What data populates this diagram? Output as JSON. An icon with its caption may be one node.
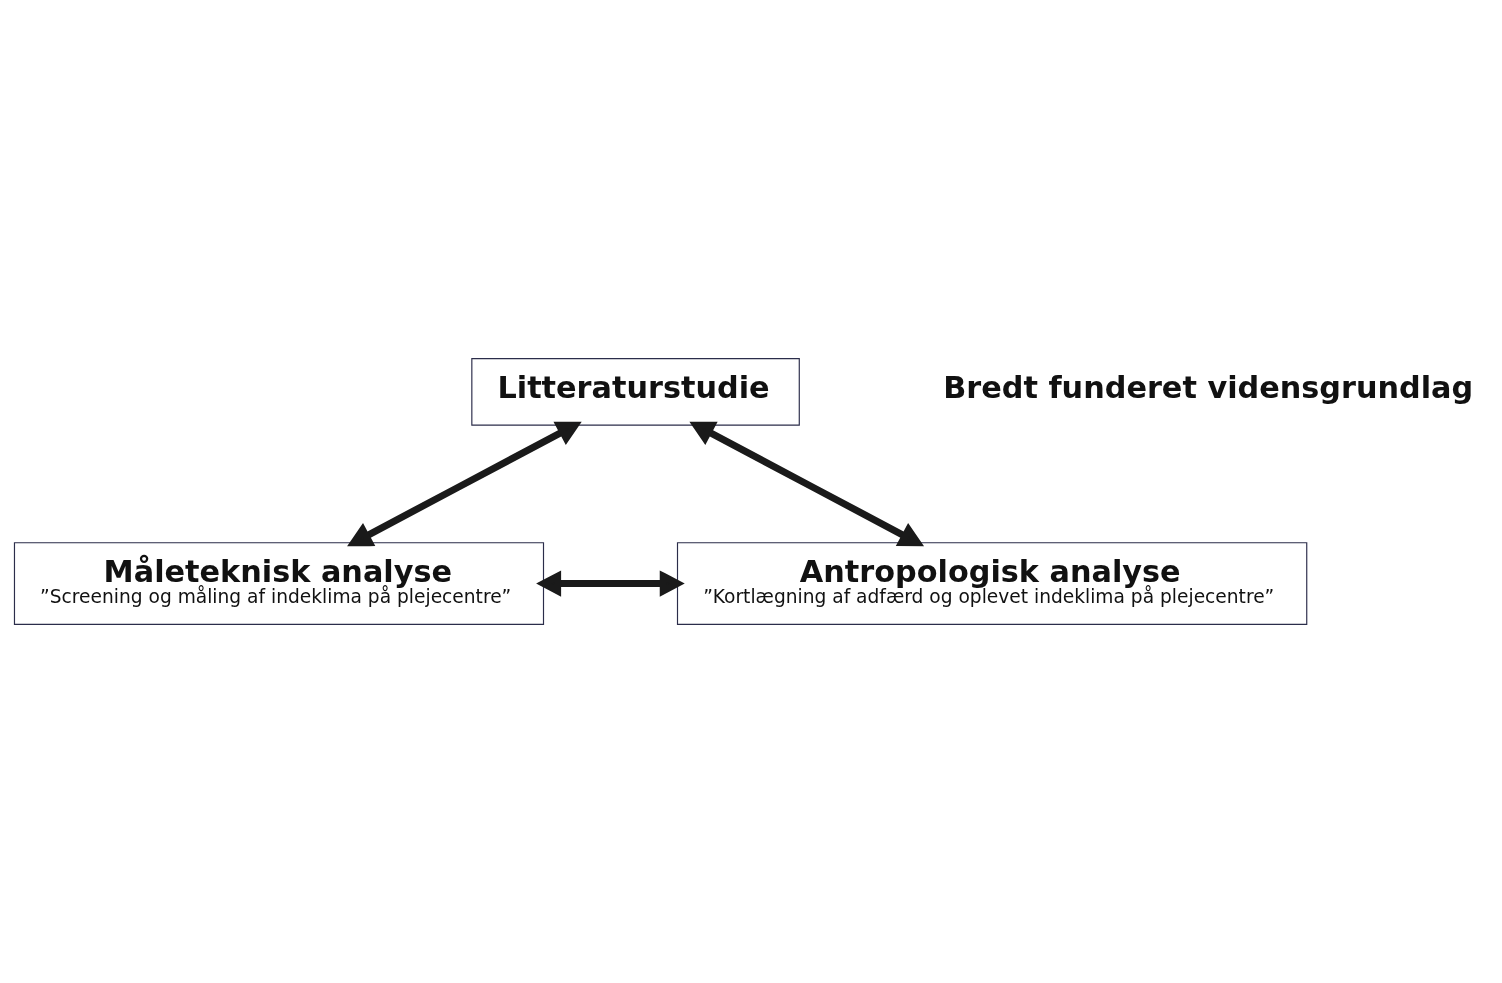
{
  "diagram": {
    "nodes": [
      {
        "text": [
          "Litteraturstudie"
        ]
      },
      {
        "text": [
          "Måleteknisk analyse",
          "”Screening og måling af indeklima på plejecentre”"
        ]
      },
      {
        "text": [
          "Antropologisk analyse",
          "”Kortlægning af adfærd og oplevet indeklima på plejecentre”"
        ]
      }
    ],
    "edges": [
      {
        "from": 1,
        "to": 0,
        "arrow": "both"
      },
      {
        "from": 0,
        "to": 2,
        "arrow": "both"
      },
      {
        "from": 1,
        "to": 2,
        "arrow": "both"
      }
    ],
    "labels": [
      "Bredt funderet vidensgrundlag"
    ]
  }
}
